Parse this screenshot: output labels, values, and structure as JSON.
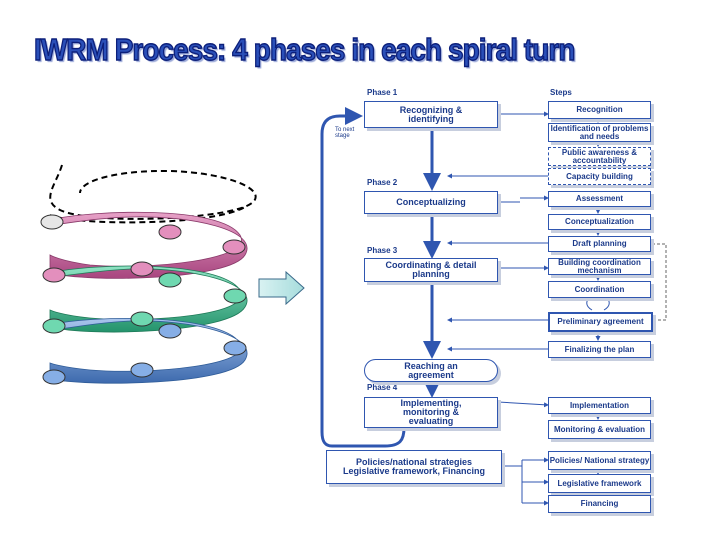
{
  "title": "IWRM Process: 4 phases in each spiral turn",
  "phase_labels": {
    "p1": "Phase 1",
    "p2": "Phase 2",
    "p3": "Phase 3",
    "p4": "Phase 4"
  },
  "steps_label": "Steps",
  "to_next_stage": "To next stage",
  "phases": {
    "recognizing": "Recognizing & identifying",
    "conceptualizing": "Conceptualizing",
    "coordinating": "Coordinating & detail planning",
    "reaching": "Reaching an agreement",
    "implementing": "Implementing, monitoring & evaluating",
    "policies": "Policies/national strategies Legislative framework, Financing"
  },
  "steps": {
    "recognition": "Recognition",
    "identification": "Identification of problems and needs",
    "awareness": "Public awareness & accountability",
    "capacity": "Capacity building",
    "assessment": "Assessment",
    "conceptualization": "Conceptualization",
    "draft": "Draft planning",
    "building": "Building coordination mechanism",
    "coordination": "Coordination",
    "preliminary": "Preliminary agreement",
    "finalizing": "Finalizing the plan",
    "implementation": "Implementation",
    "monitoring": "Monitoring & evaluation",
    "policies": "Policies/ National strategy",
    "legislative": "Legislative framework",
    "financing": "Financing"
  },
  "colors": {
    "title": "#2a4fb8",
    "box_border": "#2f56b0",
    "arrow": "#2f56b0",
    "spiral_pink": "#c86aa2",
    "spiral_green": "#3fbf94",
    "spiral_blue": "#5f8ccc"
  },
  "icons": {
    "spiral": "spiral-illustration",
    "right_arrow": "right-arrow-icon"
  }
}
